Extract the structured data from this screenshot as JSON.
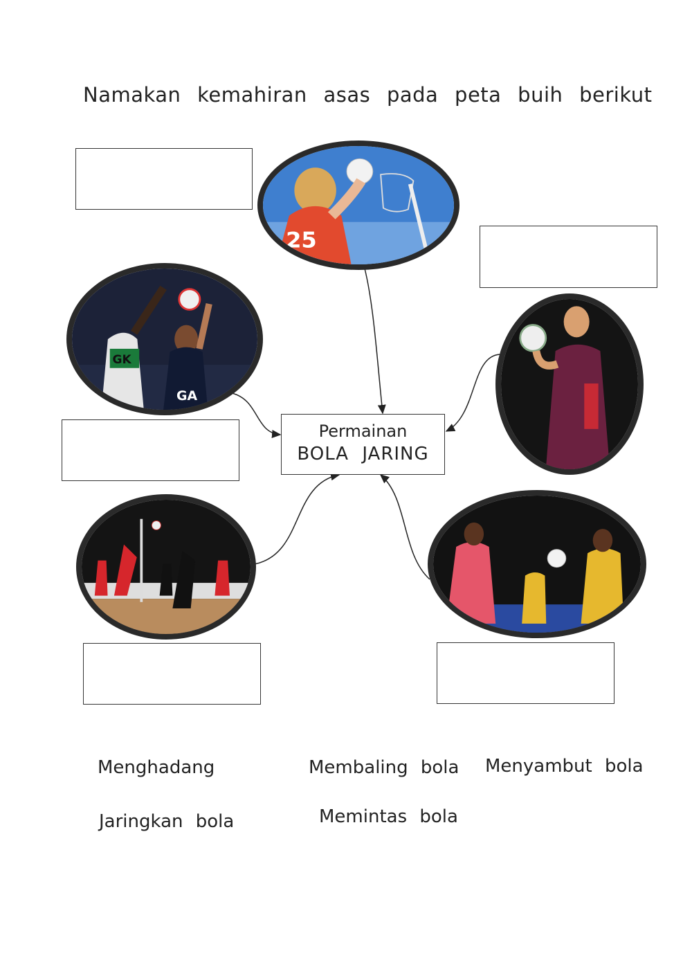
{
  "title": "Namakan kemahiran asas pada peta buih berikut",
  "center": {
    "line1": "Permainan",
    "line2": "BOLA JARING"
  },
  "photos": [
    {
      "icon": "shooting-photo"
    },
    {
      "icon": "blocking-photo"
    },
    {
      "icon": "catching-photo"
    },
    {
      "icon": "intercepting-photo"
    },
    {
      "icon": "passing-photo"
    }
  ],
  "answer_boxes": [
    {
      "value": ""
    },
    {
      "value": ""
    },
    {
      "value": ""
    },
    {
      "value": ""
    },
    {
      "value": ""
    },
    {
      "value": ""
    }
  ],
  "word_bank": [
    "Menghadang",
    "Membaling bola",
    "Menyambut bola",
    "Jaringkan bola",
    "Memintas bola"
  ],
  "colors": {
    "border": "#333333",
    "photo_rim": "#2a2a2a",
    "text": "#222222"
  }
}
